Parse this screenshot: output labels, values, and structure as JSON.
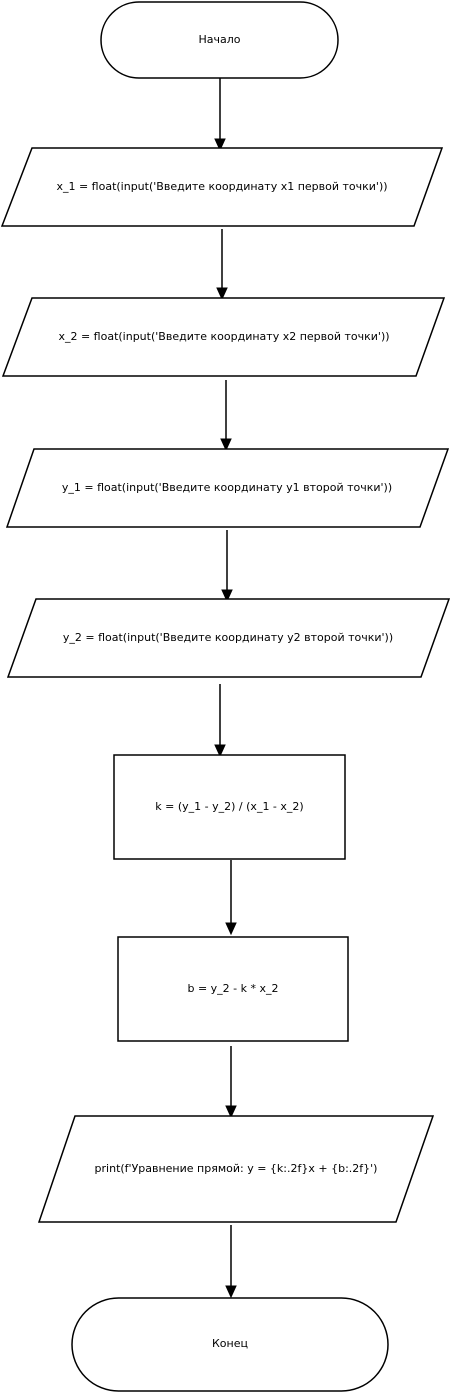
{
  "flowchart": {
    "nodes": [
      {
        "id": "start",
        "shape": "terminator",
        "text": "Начало"
      },
      {
        "id": "input-x1",
        "shape": "parallelogram",
        "text": "x_1 = float(input('Введите координату x1 первой точки'))"
      },
      {
        "id": "input-x2",
        "shape": "parallelogram",
        "text": "x_2 = float(input('Введите координату x2 первой точки'))"
      },
      {
        "id": "input-y1",
        "shape": "parallelogram",
        "text": "y_1 = float(input('Введите координату y1 второй точки'))"
      },
      {
        "id": "input-y2",
        "shape": "parallelogram",
        "text": "y_2 = float(input('Введите координату y2 второй точки'))"
      },
      {
        "id": "calc-k",
        "shape": "process",
        "text": "k = (y_1 - y_2) / (x_1 - x_2)"
      },
      {
        "id": "calc-b",
        "shape": "process",
        "text": "b = y_2 - k * x_2"
      },
      {
        "id": "output",
        "shape": "parallelogram",
        "text": "print(f'Уравнение прямой: y = {k:.2f}x + {b:.2f}')"
      },
      {
        "id": "end",
        "shape": "terminator",
        "text": "Конец"
      }
    ]
  }
}
